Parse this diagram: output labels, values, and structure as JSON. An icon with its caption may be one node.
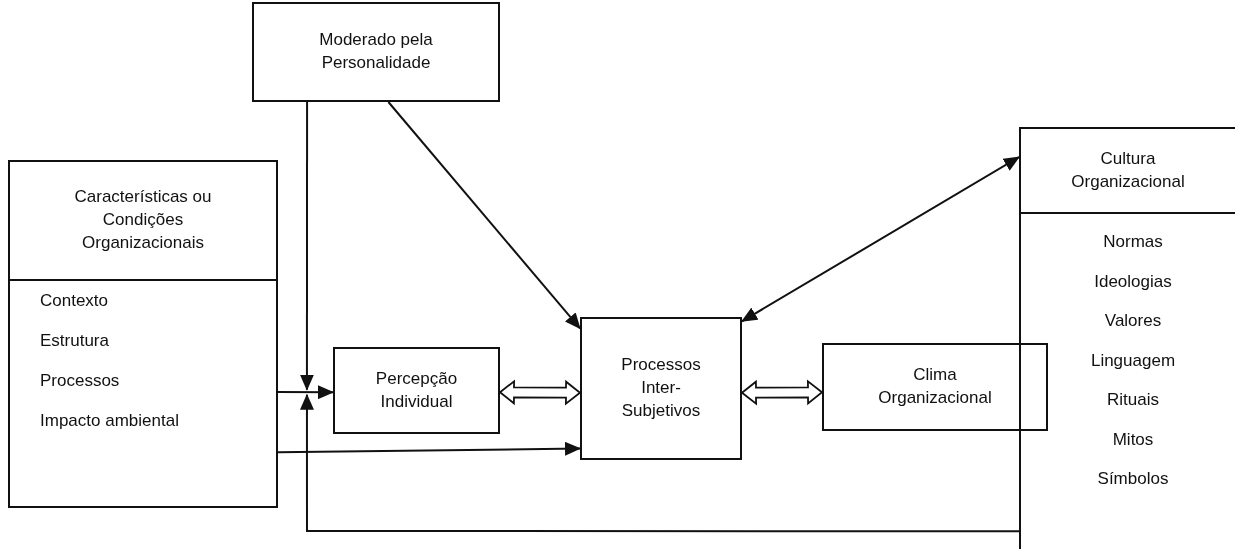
{
  "diagram": {
    "nodes": [
      {
        "text": [
          "Moderado pela Personalidade"
        ]
      },
      {
        "text": [
          "Características ou Condições Organizacionais",
          "Contexto",
          "Estrutura",
          "Processos",
          "Impacto ambiental"
        ]
      },
      {
        "text": [
          "Percepção Individual"
        ]
      },
      {
        "text": [
          "Processos Inter-Subjetivos"
        ]
      },
      {
        "text": [
          "Clima Organizacional"
        ]
      },
      {
        "text": [
          "Cultura Organizacional",
          "Normas",
          "Ideologias",
          "Valores",
          "Linguagem",
          "Rituais",
          "Mitos",
          "Símbolos"
        ]
      }
    ],
    "edges": [
      {
        "from": 0,
        "to": 3,
        "arrow": "to"
      },
      {
        "from": 3,
        "to": 5,
        "arrow": "both"
      },
      {
        "from": 2,
        "to": 3,
        "arrow": "both",
        "style": "thick"
      },
      {
        "from": 3,
        "to": 4,
        "arrow": "both",
        "style": "thick"
      },
      {
        "from": 1,
        "to": 3,
        "arrow": "to"
      },
      {
        "from": 1,
        "to": 2,
        "arrow": "to"
      },
      {
        "from": 0,
        "to": 2,
        "arrow": "to"
      },
      {
        "from": 5,
        "to": 2,
        "arrow": "to"
      }
    ]
  }
}
